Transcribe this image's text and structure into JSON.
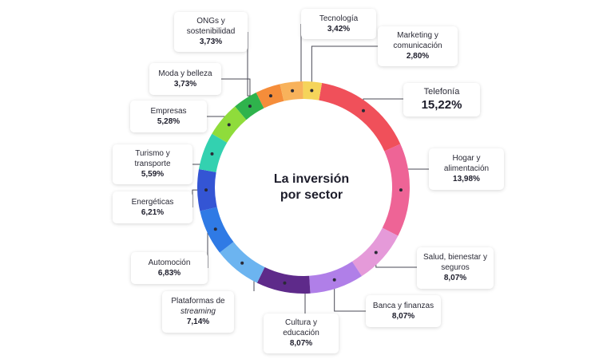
{
  "chart_data": {
    "type": "pie",
    "title": "La inversión por sector",
    "series": [
      {
        "name": "Telefonía",
        "value": 15.22,
        "label": "15,22%",
        "color": "#f0505a"
      },
      {
        "name": "Hogar y alimentación",
        "value": 13.98,
        "label": "13,98%",
        "color": "#ee6496"
      },
      {
        "name": "Salud, bienestar y seguros",
        "value": 8.07,
        "label": "8,07%",
        "color": "#e59ad9"
      },
      {
        "name": "Banca y finanzas",
        "value": 8.07,
        "label": "8,07%",
        "color": "#b07fe8"
      },
      {
        "name": "Cultura y educación",
        "value": 8.07,
        "label": "8,07%",
        "color": "#5e2a8a"
      },
      {
        "name": "Plataformas de streaming",
        "value": 7.14,
        "label": "7,14%",
        "color": "#6cb4f0"
      },
      {
        "name": "Automoción",
        "value": 6.83,
        "label": "6,83%",
        "color": "#2f7ae5"
      },
      {
        "name": "Energéticas",
        "value": 6.21,
        "label": "6,21%",
        "color": "#3455d4"
      },
      {
        "name": "Turismo y transporte",
        "value": 5.59,
        "label": "5,59%",
        "color": "#33d1b0"
      },
      {
        "name": "Empresas",
        "value": 5.28,
        "label": "5,28%",
        "color": "#8fdc3b"
      },
      {
        "name": "Moda y belleza",
        "value": 3.73,
        "label": "3,73%",
        "color": "#2fb34c"
      },
      {
        "name": "ONGs y sostenibilidad",
        "value": 3.73,
        "label": "3,73%",
        "color": "#f58d3a"
      },
      {
        "name": "Tecnología",
        "value": 3.42,
        "label": "3,42%",
        "color": "#f8b25b"
      },
      {
        "name": "Marketing y comunicación",
        "value": 2.8,
        "label": "2,80%",
        "color": "#f5d45a"
      }
    ]
  },
  "labels": [
    {
      "name": "Telefonía",
      "pct": "15,22%"
    },
    {
      "name": "Hogar y alimentación",
      "pct": "13,98%"
    },
    {
      "name": "Salud, bienestar y seguros",
      "pct": "8,07%"
    },
    {
      "name": "Banca y finanzas",
      "pct": "8,07%"
    },
    {
      "name": "Cultura y educación",
      "pct": "8,07%"
    },
    {
      "name": "Plataformas de",
      "name_em": "streaming",
      "pct": "7,14%"
    },
    {
      "name": "Automoción",
      "pct": "6,83%"
    },
    {
      "name": "Energéticas",
      "pct": "6,21%"
    },
    {
      "name": "Turismo y transporte",
      "pct": "5,59%"
    },
    {
      "name": "Empresas",
      "pct": "5,28%"
    },
    {
      "name": "Moda y belleza",
      "pct": "3,73%"
    },
    {
      "name": "ONGs y sostenibilidad",
      "pct": "3,73%"
    },
    {
      "name": "Tecnología",
      "pct": "3,42%"
    },
    {
      "name": "Marketing y comunicación",
      "pct": "2,80%"
    }
  ]
}
